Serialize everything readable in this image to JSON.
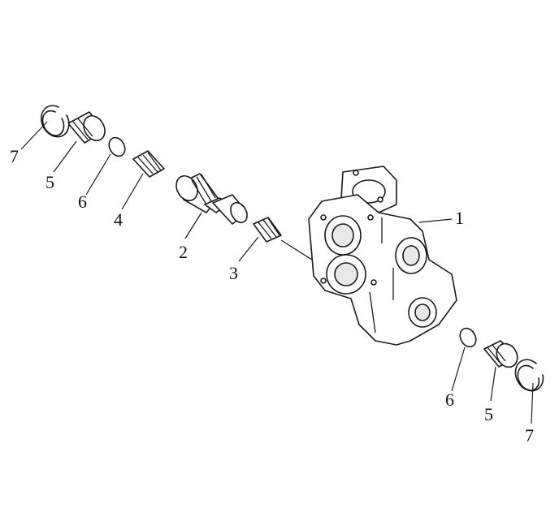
{
  "callouts": {
    "main_body": "1",
    "spool": "2",
    "small_spring": "3",
    "spring": "4",
    "plug_left": "5",
    "plug_right": "5",
    "o_ring_left": "6",
    "o_ring_right": "6",
    "snap_ring_left": "7",
    "snap_ring_right": "7"
  },
  "colors": {
    "line": "#1a1a1a",
    "background": "#ffffff"
  }
}
